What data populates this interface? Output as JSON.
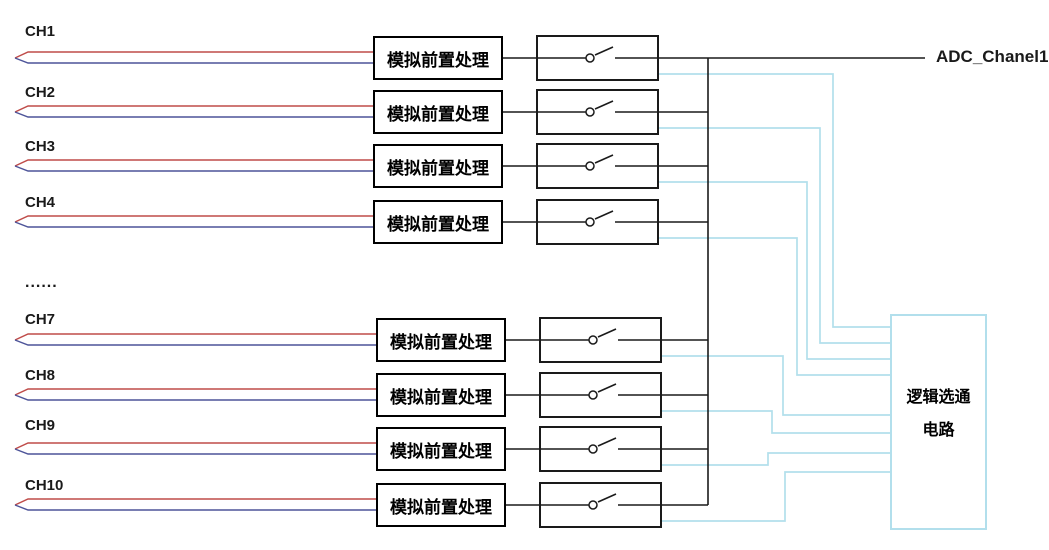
{
  "diagram": {
    "channels": [
      {
        "label": "CH1",
        "box_label": "模拟前置处理"
      },
      {
        "label": "CH2",
        "box_label": "模拟前置处理"
      },
      {
        "label": "CH3",
        "box_label": "模拟前置处理"
      },
      {
        "label": "CH4",
        "box_label": "模拟前置处理"
      },
      {
        "label": "CH7",
        "box_label": "模拟前置处理"
      },
      {
        "label": "CH8",
        "box_label": "模拟前置处理"
      },
      {
        "label": "CH9",
        "box_label": "模拟前置处理"
      },
      {
        "label": "CH10",
        "box_label": "模拟前置处理"
      }
    ],
    "ellipsis_label": "......",
    "adc_output_label": "ADC_Chanel1",
    "logic_box": {
      "line1": "逻辑选通",
      "line2": "电路"
    },
    "colors": {
      "signal_red": "#bf4b48",
      "signal_blue": "#4d5499",
      "control_cyan": "#b2dfec",
      "wire_black": "#1a1a1a"
    }
  }
}
